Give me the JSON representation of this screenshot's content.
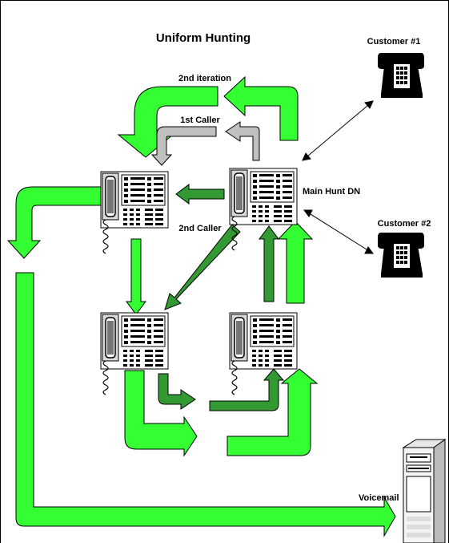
{
  "title": "Uniform Hunting",
  "labels": {
    "second_iteration": "2nd iteration",
    "first_caller": "1st Caller",
    "second_caller": "2nd Caller",
    "main_hunt_dn": "Main Hunt DN",
    "customer_1": "Customer #1",
    "customer_2": "Customer #2",
    "voicemail": "Voicemail"
  },
  "colors": {
    "bright_green": "#33ff33",
    "dark_green": "#339933",
    "gray_arrow": "#c0c0c0",
    "frame": "#000000"
  },
  "icons": {
    "customer_phone": "rotary-desk-phone-icon",
    "multiline_phone": "multiline-business-phone-icon",
    "voicemail_server": "voicemail-server-icon"
  }
}
